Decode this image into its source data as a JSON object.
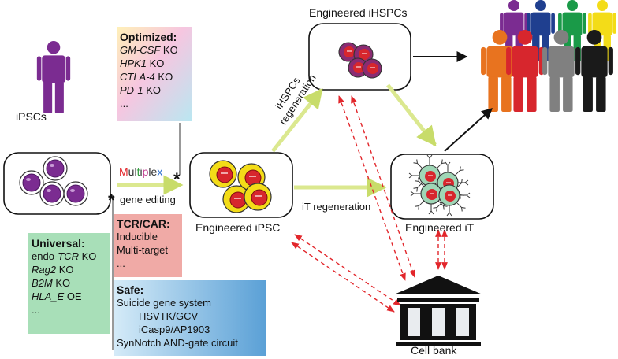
{
  "nodes": {
    "ipscs": "iPSCs",
    "engineered_ipsc": "Engineered iPSC",
    "engineered_ihspcs": "Engineered iHSPCs",
    "engineered_it": "Engineered iT",
    "cell_bank": "Cell bank"
  },
  "edges": {
    "multiplex_letters": [
      "M",
      "u",
      "l",
      "t",
      "i",
      "p",
      "l",
      "e",
      "x"
    ],
    "multiplex_colors": [
      "#e2262b",
      "#333333",
      "#333333",
      "#2f9a3b",
      "#333333",
      "#c23a8f",
      "#333333",
      "#333333",
      "#2a6fd0"
    ],
    "gene_editing": "gene editing",
    "asterisk": "*",
    "ihspcs_regeneration": [
      "iHSPCs",
      "regeneration"
    ],
    "it_regeneration": "iT regeneration"
  },
  "boxes": {
    "optimized": {
      "title": "Optimized:",
      "items": [
        {
          "gene": "GM-CSF",
          "suffix": " KO"
        },
        {
          "gene": "HPK1",
          "suffix": " KO"
        },
        {
          "gene": "CTLA-4",
          "suffix": " KO"
        },
        {
          "gene": "PD-1",
          "suffix": " KO"
        },
        {
          "gene": "",
          "suffix": "..."
        }
      ]
    },
    "tcr_car": {
      "title": "TCR/CAR:",
      "items": [
        "Inducible",
        "Multi-target",
        "..."
      ]
    },
    "universal": {
      "title": "Universal:",
      "items": [
        {
          "prefix": "endo-",
          "gene": "TCR",
          "suffix": " KO"
        },
        {
          "prefix": "",
          "gene": "Rag2",
          "suffix": " KO"
        },
        {
          "prefix": "",
          "gene": "B2M",
          "suffix": " KO"
        },
        {
          "prefix": "",
          "gene": "HLA_E",
          "suffix": " OE"
        },
        {
          "prefix": "",
          "gene": "",
          "suffix": "..."
        }
      ]
    },
    "safe": {
      "title": "Safe:",
      "items": [
        {
          "text": "Suicide gene system",
          "indent": false
        },
        {
          "text": "HSVTK/GCV",
          "indent": true
        },
        {
          "text": "iCasp9/AP1903",
          "indent": true
        },
        {
          "text": "SynNotch AND-gate circuit",
          "indent": false
        }
      ]
    }
  },
  "colors": {
    "ipsc_purple": "#7b2c91",
    "ipsc_yellow": "#f3dc18",
    "cell_red": "#d7262d",
    "it_green": "#9fd6b6",
    "flow_arrow": "#dbe88f",
    "bank_arrow": "#e2262b",
    "people": [
      "#7b2c91",
      "#1f3f8f",
      "#1a9a48",
      "#f3dc18",
      "#e8731f",
      "#d7262d",
      "#808080",
      "#1a1a1a"
    ]
  }
}
